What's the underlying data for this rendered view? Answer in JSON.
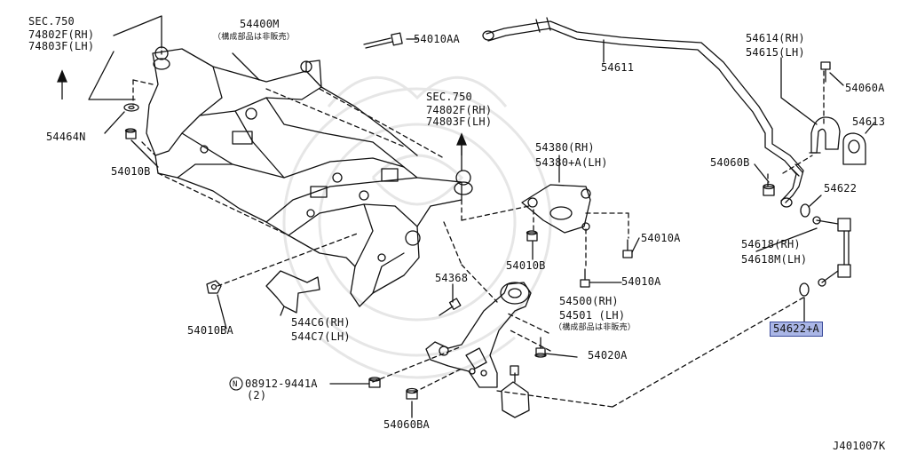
{
  "labels": {
    "sec750_left": "SEC.750",
    "sec750_left_rh": "74802F(RH)",
    "sec750_left_lh": "74803F(LH)",
    "p54400M": "54400M",
    "p54400M_note": "（構成部品は非販売）",
    "p54010AA": "54010AA",
    "p54464N": "54464N",
    "p54010B_left": "54010B",
    "sec750_mid": "SEC.750",
    "sec750_mid_rh": "74802F(RH)",
    "sec750_mid_lh": "74803F(LH)",
    "p54380": "54380(RH)",
    "p54380A": "54380+A(LH)",
    "p54010A_1": "54010A",
    "p54010B_mid": "54010B",
    "p54010A_2": "54010A",
    "p54368": "54368",
    "p54500": "54500(RH)",
    "p54501": "54501 (LH)",
    "p54500_note": "（構成部品は非販売）",
    "p54020A": "54020A",
    "p54010BA": "54010BA",
    "p544C6": "544C6(RH)",
    "p544C7": "544C7(LH)",
    "p08912": "08912-9441A",
    "p08912_qty": "(2)",
    "p08912_prefix": "N",
    "p54060BA": "54060BA",
    "p54611": "54611",
    "p54614": "54614(RH)",
    "p54615": "54615(LH)",
    "p54060A": "54060A",
    "p54613": "54613",
    "p54060B": "54060B",
    "p54622": "54622",
    "p54618": "54618(RH)",
    "p54618M": "54618M(LH)",
    "p54622A": "54622+A",
    "diagram_code": "J401007K"
  },
  "colors": {
    "ink": "#111111",
    "highlight_fill": "#aab6e6",
    "highlight_border": "#3a4a9a",
    "watermark": "#e6e6e6"
  },
  "icons": {
    "arrow_up": "arrow-up-icon",
    "circled_n": "circled-n-icon"
  }
}
